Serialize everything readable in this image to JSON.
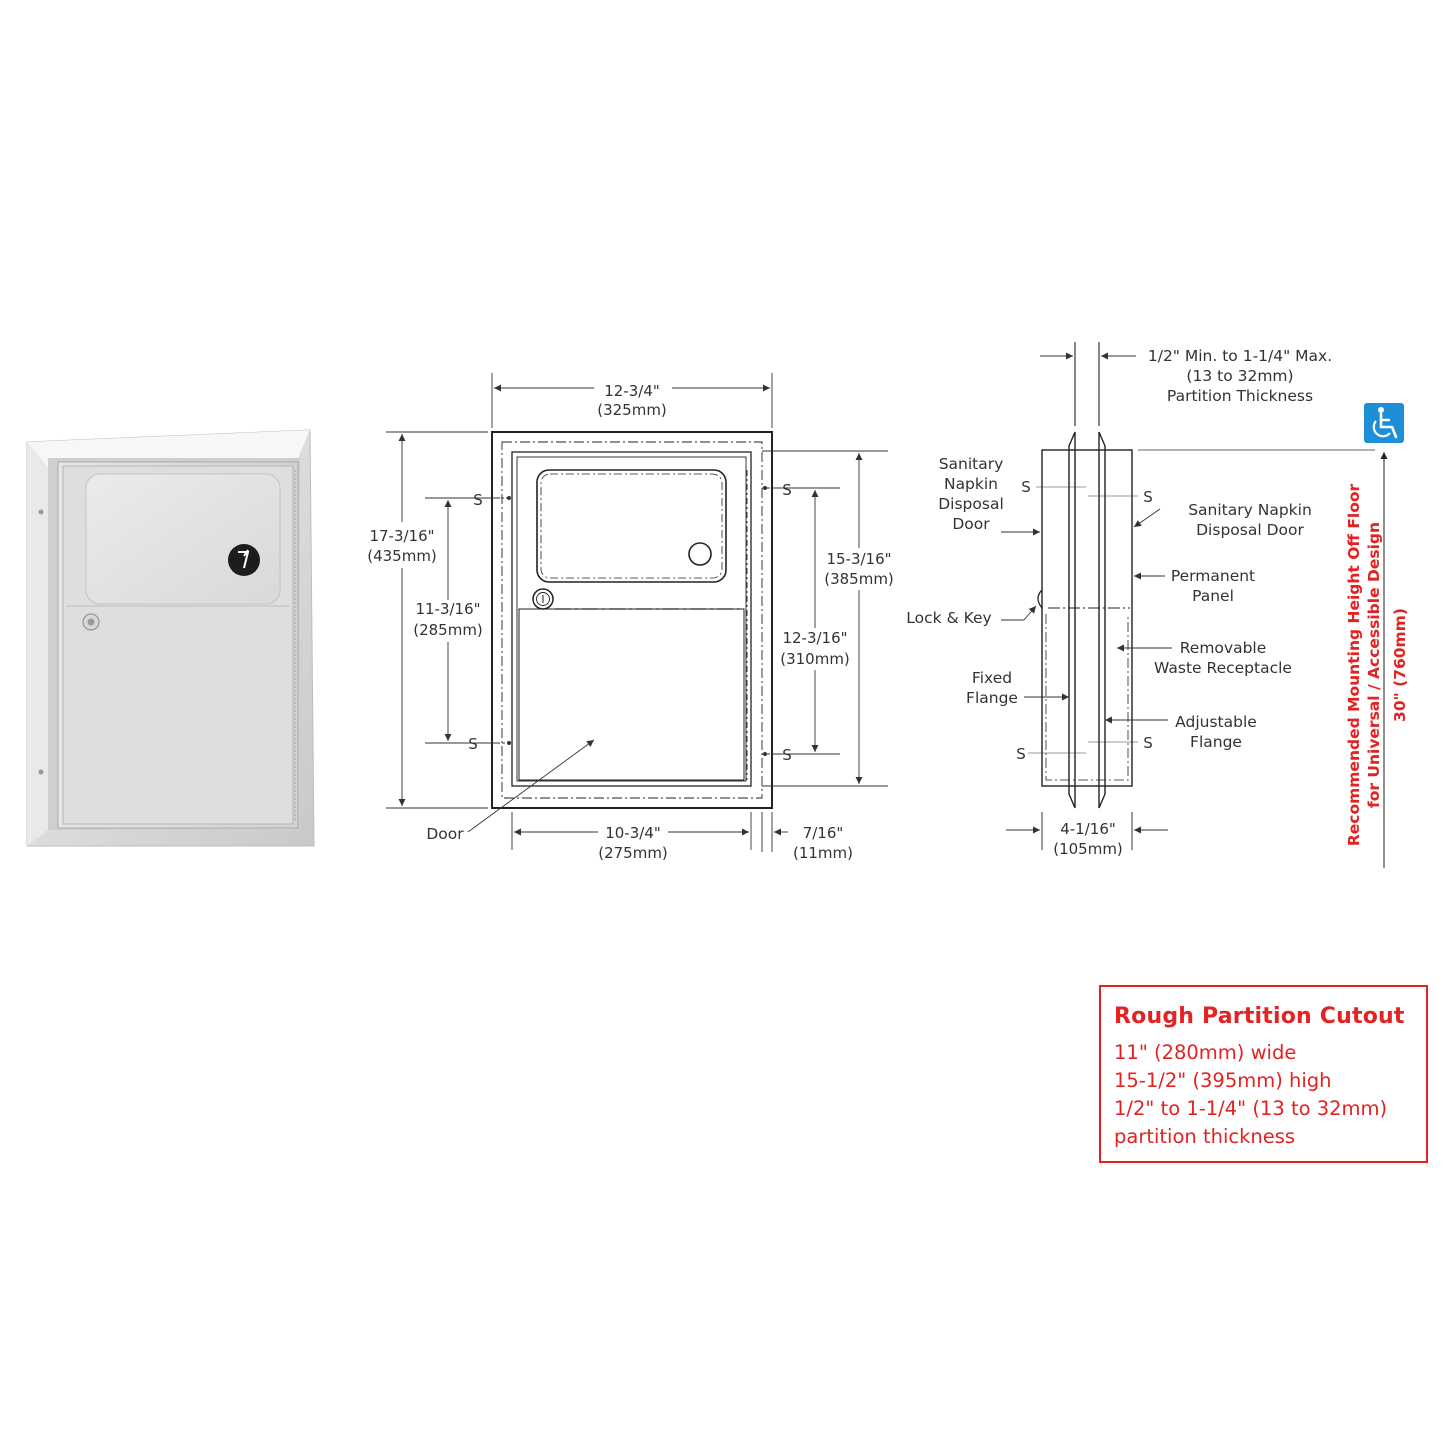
{
  "front_view": {
    "width_in": "12-3/4\"",
    "width_mm": "(325mm)",
    "height_in": "17-3/16\"",
    "height_mm": "(435mm)",
    "screw_spacing_in": "11-3/16\"",
    "screw_spacing_mm": "(285mm)",
    "screw_height_in": "12-3/16\"",
    "screw_height_mm": "(310mm)",
    "inner_height_in": "15-3/16\"",
    "inner_height_mm": "(385mm)",
    "door_width_in": "10-3/4\"",
    "door_width_mm": "(275mm)",
    "flange_in": "7/16\"",
    "flange_mm": "(11mm)",
    "screw_label": "S",
    "door_label": "Door"
  },
  "side_view": {
    "partition_line1": "1/2\" Min. to 1-1/4\" Max.",
    "partition_line2": "(13 to 32mm)",
    "partition_line3": "Partition Thickness",
    "left_door": [
      "Sanitary",
      "Napkin",
      "Disposal",
      "Door"
    ],
    "right_door": [
      "Sanitary Napkin",
      "Disposal Door"
    ],
    "permanent_panel": [
      "Permanent",
      "Panel"
    ],
    "lock_key": "Lock & Key",
    "removable": [
      "Removable",
      "Waste Receptacle"
    ],
    "fixed_flange": [
      "Fixed",
      "Flange"
    ],
    "adjustable_flange": [
      "Adjustable",
      "Flange"
    ],
    "depth_in": "4-1/16\"",
    "depth_mm": "(105mm)",
    "screw_label": "S"
  },
  "mounting": {
    "line1": "Recommended Mounting Height Off Floor",
    "line2": "for Universal / Accessible Design",
    "line3": "30\"  (760mm)",
    "accessibility_icon": "wheelchair-icon",
    "color": "#e32222"
  },
  "cutout": {
    "title": "Rough Partition Cutout",
    "lines": [
      "11\" (280mm) wide",
      "15-1/2\" (395mm) high",
      "1/2\" to 1-1/4\" (13 to 32mm)",
      "partition thickness"
    ],
    "color": "#e32222"
  }
}
